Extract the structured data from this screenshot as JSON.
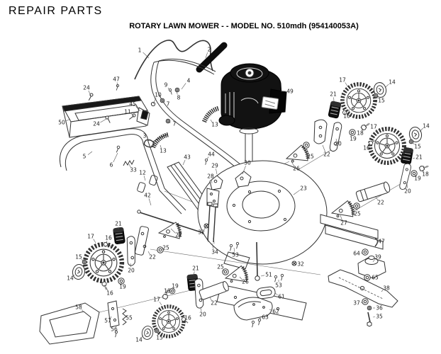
{
  "header": {
    "title": "REPAIR PARTS",
    "subtitle": "ROTARY LAWN MOWER - - MODEL NO. 510mdh (954140053A)"
  },
  "diagram": {
    "colors": {
      "ink": "#333333",
      "engine_fill": "#121212",
      "background": "#ffffff",
      "pad_fill": "#101010"
    },
    "callouts": [
      [
        "1",
        197,
        71,
        210,
        82
      ],
      [
        "2",
        295,
        70,
        290,
        82
      ],
      [
        "4",
        266,
        114,
        256,
        126
      ],
      [
        "24",
        122,
        124,
        128,
        135
      ],
      [
        "47",
        164,
        112,
        166,
        123
      ],
      [
        "50",
        87,
        173,
        99,
        168
      ],
      [
        "24",
        136,
        175,
        150,
        168
      ],
      [
        "9",
        234,
        120,
        240,
        130
      ],
      [
        "10",
        223,
        134,
        216,
        147
      ],
      [
        "8",
        252,
        138,
        249,
        128
      ],
      [
        "7",
        237,
        147,
        229,
        143
      ],
      [
        "45",
        187,
        147,
        198,
        157
      ],
      [
        "11",
        180,
        158,
        189,
        164
      ],
      [
        "7",
        246,
        175,
        238,
        172
      ],
      [
        "3",
        204,
        192,
        210,
        199
      ],
      [
        "13",
        230,
        213,
        226,
        205
      ],
      [
        "13",
        303,
        176,
        297,
        169
      ],
      [
        "49",
        409,
        129,
        396,
        129
      ],
      [
        "5",
        119,
        221,
        130,
        214
      ],
      [
        "6",
        157,
        233,
        166,
        216
      ],
      [
        "33",
        188,
        240,
        182,
        232
      ],
      [
        "12",
        201,
        244,
        205,
        255
      ],
      [
        "43",
        264,
        222,
        258,
        233
      ],
      [
        "42",
        208,
        276,
        213,
        290
      ],
      [
        "44",
        298,
        218,
        292,
        225
      ],
      [
        "29",
        303,
        234,
        306,
        246
      ],
      [
        "28",
        297,
        249,
        299,
        259
      ],
      [
        "30",
        349,
        230,
        342,
        246
      ],
      [
        "26",
        418,
        238,
        411,
        228
      ],
      [
        "25",
        438,
        221,
        433,
        211
      ],
      [
        "23",
        428,
        266,
        414,
        275
      ],
      [
        "32",
        284,
        328,
        290,
        321
      ],
      [
        "34",
        303,
        356,
        299,
        344
      ],
      [
        "22",
        461,
        218,
        455,
        205
      ],
      [
        "20",
        477,
        203,
        474,
        196
      ],
      [
        "16",
        489,
        164,
        486,
        158
      ],
      [
        "17",
        483,
        113,
        491,
        123
      ],
      [
        "14",
        553,
        116,
        543,
        124
      ],
      [
        "21",
        470,
        133,
        471,
        143
      ],
      [
        "15",
        538,
        142,
        531,
        136
      ],
      [
        "18",
        508,
        188,
        511,
        181
      ],
      [
        "19",
        498,
        196,
        496,
        189
      ],
      [
        "17",
        527,
        179,
        533,
        188
      ],
      [
        "14",
        601,
        178,
        592,
        186
      ],
      [
        "15",
        589,
        207,
        582,
        201
      ],
      [
        "16",
        517,
        209,
        522,
        203
      ],
      [
        "21",
        591,
        222,
        582,
        224
      ],
      [
        "18",
        600,
        246,
        596,
        240
      ],
      [
        "19",
        589,
        252,
        585,
        246
      ],
      [
        "20",
        575,
        270,
        574,
        260
      ],
      [
        "22",
        537,
        286,
        529,
        277
      ],
      [
        "25",
        504,
        302,
        503,
        293
      ],
      [
        "27",
        485,
        315,
        480,
        304
      ],
      [
        "32",
        424,
        373,
        417,
        372
      ],
      [
        "51",
        379,
        388,
        368,
        390
      ],
      [
        "53",
        332,
        360,
        330,
        350
      ],
      [
        "53",
        393,
        403,
        393,
        395
      ],
      [
        "61",
        397,
        419,
        388,
        414
      ],
      [
        "62",
        389,
        440,
        380,
        437
      ],
      [
        "63",
        374,
        448,
        366,
        450
      ],
      [
        "26",
        346,
        398,
        338,
        391
      ],
      [
        "25",
        311,
        377,
        316,
        383
      ],
      [
        "21",
        276,
        379,
        273,
        389
      ],
      [
        "17",
        128,
        334,
        135,
        343
      ],
      [
        "16",
        153,
        336,
        150,
        344
      ],
      [
        "21",
        167,
        316,
        167,
        324
      ],
      [
        "15",
        111,
        363,
        117,
        369
      ],
      [
        "14",
        99,
        393,
        105,
        388
      ],
      [
        "25",
        234,
        350,
        228,
        352
      ],
      [
        "22",
        215,
        363,
        209,
        355
      ],
      [
        "27",
        252,
        332,
        241,
        323
      ],
      [
        "20",
        185,
        382,
        184,
        372
      ],
      [
        "19",
        173,
        405,
        171,
        398
      ],
      [
        "16",
        155,
        414,
        150,
        406
      ],
      [
        "58",
        111,
        434,
        118,
        441
      ],
      [
        "57",
        152,
        453,
        157,
        447
      ],
      [
        "55",
        182,
        449,
        176,
        448
      ],
      [
        "56",
        161,
        465,
        163,
        470
      ],
      [
        "19",
        247,
        404,
        244,
        411
      ],
      [
        "18",
        236,
        411,
        234,
        417
      ],
      [
        "17",
        221,
        423,
        228,
        431
      ],
      [
        "22",
        302,
        428,
        296,
        420
      ],
      [
        "20",
        286,
        444,
        283,
        435
      ],
      [
        "16",
        265,
        449,
        260,
        451
      ],
      [
        "15",
        225,
        477,
        222,
        469
      ],
      [
        "14",
        196,
        480,
        202,
        473
      ],
      [
        "47",
        538,
        341,
        532,
        343
      ],
      [
        "64",
        503,
        358,
        511,
        357
      ],
      [
        "39",
        533,
        363,
        526,
        370
      ],
      [
        "65",
        529,
        392,
        522,
        392
      ],
      [
        "38",
        545,
        407,
        538,
        412
      ],
      [
        "37",
        503,
        428,
        511,
        427
      ],
      [
        "36",
        535,
        435,
        526,
        435
      ],
      [
        "35",
        535,
        447,
        526,
        448
      ]
    ]
  }
}
